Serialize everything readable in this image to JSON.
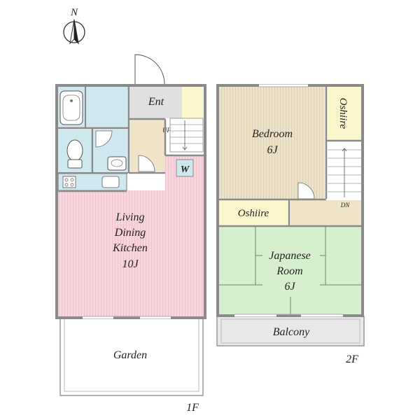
{
  "compass": {
    "label": "N"
  },
  "first_floor": {
    "floor_label": "1F",
    "rooms": {
      "entrance": "Ent",
      "washer": "W",
      "ldk_line1": "Living",
      "ldk_line2": "Dining",
      "ldk_line3": "Kitchen",
      "ldk_size": "10J",
      "garden": "Garden"
    },
    "stairs_label": "UP"
  },
  "second_floor": {
    "floor_label": "2F",
    "rooms": {
      "bedroom": "Bedroom",
      "bedroom_size": "6J",
      "oshiire_right": "Oshiire",
      "oshiire_left": "Oshiire",
      "japanese_line1": "Japanese",
      "japanese_line2": "Room",
      "japanese_size": "6J",
      "balcony": "Balcony"
    },
    "stairs_label": "DN"
  },
  "colors": {
    "wet_area": "#cfe8f0",
    "entrance": "#e0e0e0",
    "hall": "#efe3c8",
    "ldk": "#f6d6de",
    "bedroom": "#ece2cc",
    "tatami": "#d6efcf",
    "oshiire": "#fbf6cc",
    "balcony": "#e8e8e8",
    "wall": "#8a8a8a"
  }
}
